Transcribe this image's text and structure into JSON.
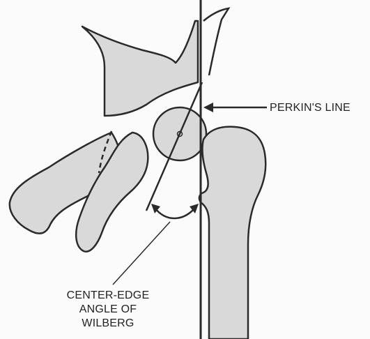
{
  "labels": {
    "perkins_line": "PERKIN'S LINE",
    "center_edge_angle": [
      "CENTER-EDGE",
      "ANGLE OF",
      "WILBERG"
    ]
  },
  "colors": {
    "bone_fill": "#d9d9d9",
    "outline": "#2a2a2a",
    "background": "#fbfbfb"
  },
  "icons": {
    "arrow": "arrow-left-icon",
    "angle_arc": "double-arrow-arc-icon"
  }
}
